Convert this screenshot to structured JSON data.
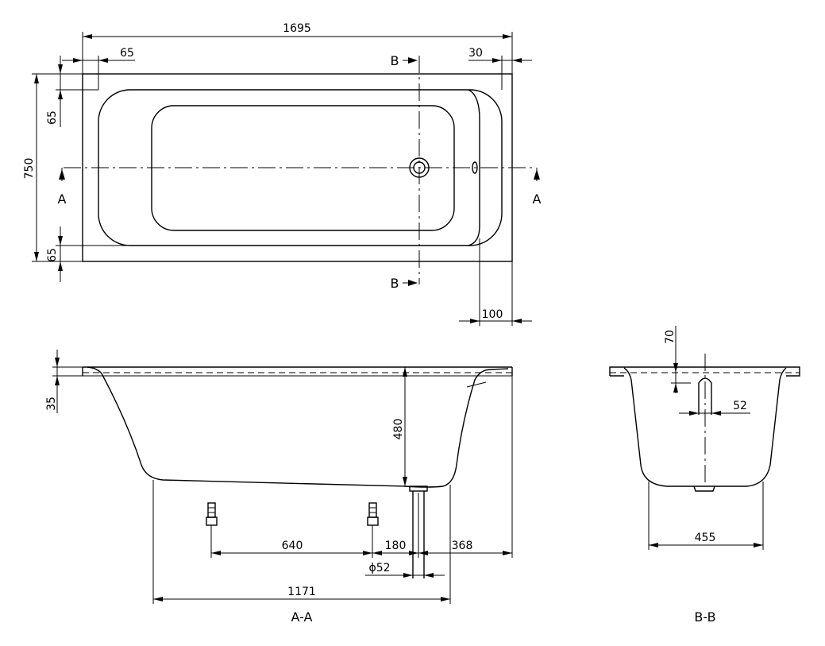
{
  "dimensions": {
    "overall_length": "1695",
    "rim_left": "65",
    "rim_right": "30",
    "overall_width": "750",
    "rim_top": "65",
    "rim_bottom": "65",
    "drain_offset": "100",
    "rim_height": "35",
    "depth": "480",
    "feet_spacing": "640",
    "foot_to_drain": "180",
    "drain_to_end": "368",
    "drain_diameter": "ϕ52",
    "base_length": "1171",
    "overflow_offset": "70",
    "overflow_diameter": "52",
    "base_width": "455"
  },
  "section_marks": {
    "b_top": "B",
    "b_bottom": "B",
    "a_left": "A",
    "a_right": "A"
  },
  "views": {
    "section_a": "A-A",
    "section_b": "B-B"
  }
}
